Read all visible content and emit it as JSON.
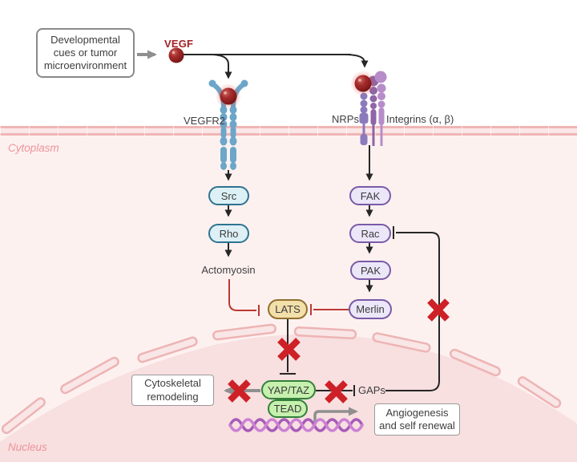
{
  "compartments": {
    "cytoplasm_label": "Cytoplasm",
    "nucleus_label": "Nucleus"
  },
  "stimulus_box": {
    "label": "Developmental cues or tumor microenvironment"
  },
  "ligand": {
    "label": "VEGF"
  },
  "receptors": {
    "vegfr2_label": "VEGFR2",
    "nrps_label": "NRPs",
    "integrins_label": "Integrins (α, β)"
  },
  "left_pathway": {
    "src": "Src",
    "rho": "Rho",
    "actomyosin": "Actomyosin",
    "lats": "LATS"
  },
  "right_pathway": {
    "fak": "FAK",
    "rac": "Rac",
    "pak": "PAK",
    "merlin": "Merlin",
    "gaps": "GAPs"
  },
  "nucleus_nodes": {
    "yap_taz": "YAP/TAZ",
    "tead": "TEAD"
  },
  "outcome_boxes": {
    "cytoskeletal": "Cytoskeletal remodeling",
    "angiogenesis": "Angiogenesis and self renewal"
  },
  "colors": {
    "vegf_red": "#a32125",
    "sphere_red": "#9c2424",
    "inhibition_red": "#ba3a33",
    "cross_red": "#cd2127",
    "receptor_blue": "#6ca6c9",
    "nrp_purple": "#8b7abc",
    "integrin_dark_purple": "#9065a5",
    "integrin_light_purple": "#b78cc9",
    "teal_node_border": "#2f7390",
    "purple_node_border": "#7a5aa8",
    "gold_node_border": "#927030",
    "green_node_border": "#33803a",
    "dna_purple": "#c57fd2",
    "membrane_pink": "#f0b5b5",
    "nucleus_pink": "#f8dfe0",
    "cytoplasm_pink": "#fdf1f0",
    "gray_arrow": "#8f8f8f"
  }
}
